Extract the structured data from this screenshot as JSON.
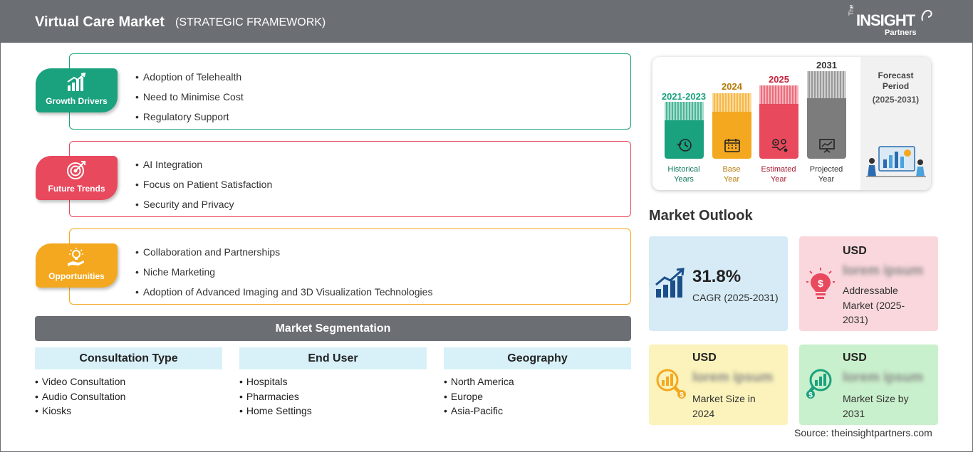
{
  "header": {
    "title": "Virtual Care Market",
    "subtitle": "(STRATEGIC FRAMEWORK)",
    "logo_the": "The",
    "logo_insight": "INSIGHT",
    "logo_partners": "Partners"
  },
  "framework": [
    {
      "label": "Growth Drivers",
      "color": "#1aa17e",
      "icon": "bar-chart-growth-icon",
      "items": [
        "Adoption of Telehealth",
        "Need to Minimise Cost",
        "Regulatory Support"
      ]
    },
    {
      "label": "Future Trends",
      "color": "#e8495d",
      "icon": "target-icon",
      "items": [
        "AI Integration",
        "Focus on Patient Satisfaction",
        "Security and Privacy"
      ]
    },
    {
      "label": "Opportunities",
      "color": "#f4a81f",
      "icon": "lightbulb-hand-icon",
      "items": [
        "Collaboration and Partnerships",
        "Niche Marketing",
        "Adoption of Advanced Imaging and 3D Visualization Technologies"
      ]
    }
  ],
  "segmentation": {
    "title": "Market Segmentation",
    "columns": [
      {
        "heading": "Consultation Type",
        "items": [
          "Video Consultation",
          "Audio Consultation",
          "Kiosks"
        ]
      },
      {
        "heading": "End User",
        "items": [
          "Hospitals",
          "Pharmacies",
          "Home Settings"
        ]
      },
      {
        "heading": "Geography",
        "items": [
          "North America",
          "Europe",
          "Asia-Pacific"
        ]
      }
    ]
  },
  "timeline": {
    "forecast_label": "Forecast Period",
    "forecast_range": "(2025-2031)",
    "bars": [
      {
        "year": "2021-2023",
        "label_1": "Historical",
        "label_2": "Years",
        "color": "#1aa17e",
        "level": 1
      },
      {
        "year": "2024",
        "label_1": "Base",
        "label_2": "Year",
        "color": "#f4a81f",
        "level": 2
      },
      {
        "year": "2025",
        "label_1": "Estimated",
        "label_2": "Year",
        "color": "#e8495d",
        "level": 3
      },
      {
        "year": "2031",
        "label_1": "Projected",
        "label_2": "Year",
        "color": "#7c7c7c",
        "level": 4
      }
    ]
  },
  "outlook": {
    "title": "Market Outlook",
    "cagr": {
      "value": "31.8%",
      "label": "CAGR (2025-2031)",
      "bg": "#d6ebf6"
    },
    "addressable": {
      "usd": "USD",
      "value": "lorem ipsum",
      "line1": "Addressable",
      "line2": "Market (2025-",
      "line3": "2031)",
      "bg": "#f9d7dc"
    },
    "size_2024": {
      "usd": "USD",
      "value": "lorem ipsum",
      "line1": "Market Size in",
      "line2": "2024",
      "bg": "#fbf3bb"
    },
    "size_2031": {
      "usd": "USD",
      "value": "lorem ipsum",
      "line1": "Market Size by",
      "line2": "2031",
      "bg": "#c9f0cc"
    }
  },
  "source": "Source: theinsightpartners.com"
}
